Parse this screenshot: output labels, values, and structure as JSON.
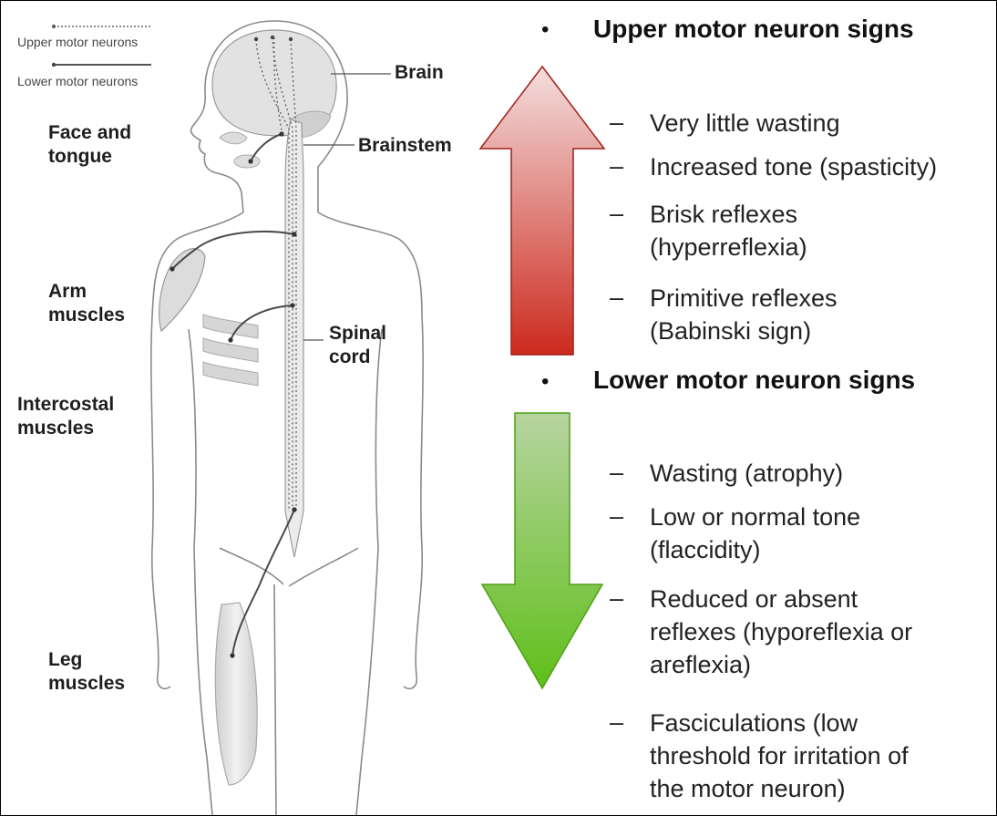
{
  "legend": {
    "upper": "Upper motor neurons",
    "lower": "Lower motor neurons"
  },
  "body_labels": {
    "brain": "Brain",
    "brainstem": "Brainstem",
    "face": [
      "Face and",
      "tongue"
    ],
    "arm": [
      "Arm",
      "muscles"
    ],
    "spinal": [
      "Spinal",
      "cord"
    ],
    "intercostal": [
      "Intercostal",
      "muscles"
    ],
    "leg": [
      "Leg",
      "muscles"
    ]
  },
  "upper_signs": {
    "bullet": "•",
    "heading": "Upper motor neuron signs",
    "items": [
      [
        "Very little wasting"
      ],
      [
        "Increased tone (spasticity)"
      ],
      [
        "Brisk reflexes",
        "(hyperreflexia)"
      ],
      [
        "Primitive reflexes",
        "(Babinski sign)"
      ]
    ]
  },
  "lower_signs": {
    "bullet": "•",
    "heading": "Lower motor neuron signs",
    "items": [
      [
        "Wasting (atrophy)"
      ],
      [
        "Low or normal tone",
        "(flaccidity)"
      ],
      [
        "Reduced or absent",
        "reflexes (hyporeflexia or",
        "areflexia)"
      ],
      [
        "Fasciculations (low",
        "threshold for irritation of",
        "the motor neuron)"
      ]
    ]
  },
  "dash": "–",
  "colors": {
    "up_arrow_top": "#f3dede",
    "up_arrow_bottom": "#cc2a1e",
    "up_arrow_stroke": "#a0201a",
    "down_arrow_top": "#b7d4a0",
    "down_arrow_bottom": "#5fbf1a",
    "down_arrow_stroke": "#4f9e18"
  }
}
